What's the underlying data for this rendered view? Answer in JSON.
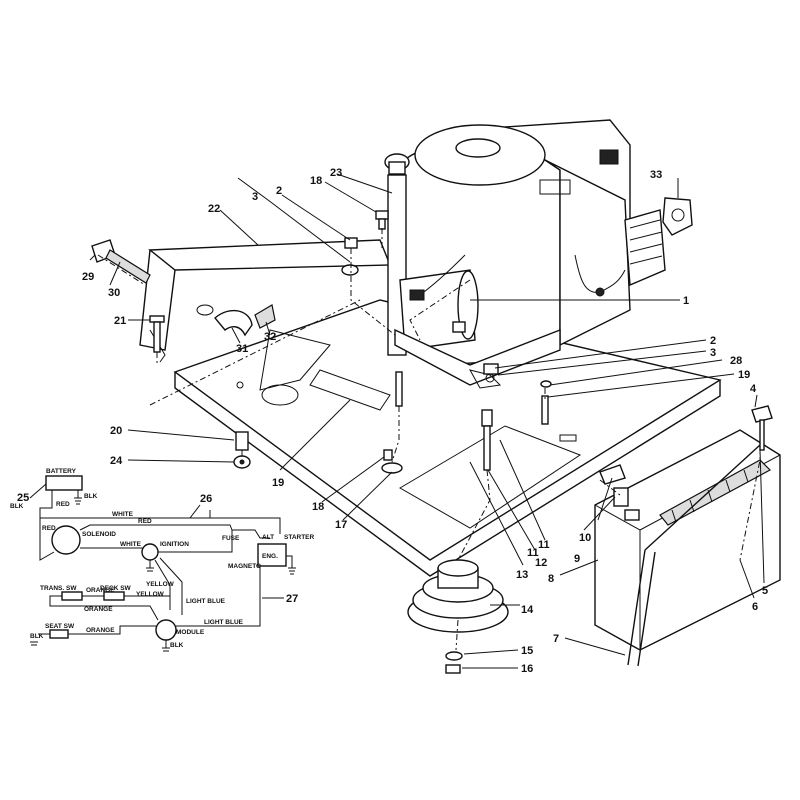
{
  "callouts": {
    "c1": "1",
    "c2a": "2",
    "c2b": "2",
    "c3a": "3",
    "c3b": "3",
    "c4": "4",
    "c5": "5",
    "c6": "6",
    "c7": "7",
    "c8": "8",
    "c9": "9",
    "c10": "10",
    "c11a": "11",
    "c11b": "11",
    "c12": "12",
    "c13": "13",
    "c14": "14",
    "c15": "15",
    "c16": "16",
    "c17": "17",
    "c18a": "18",
    "c18b": "18",
    "c19a": "19",
    "c19b": "19",
    "c20": "20",
    "c21": "21",
    "c22": "22",
    "c23": "23",
    "c24": "24",
    "c25": "25",
    "c26": "26",
    "c27": "27",
    "c28": "28",
    "c29": "29",
    "c30": "30",
    "c31": "31",
    "c32": "32",
    "c33": "33"
  },
  "wiring": {
    "battery": "BATTERY",
    "red1": "RED",
    "blk1": "BLK",
    "white1": "WHITE",
    "red2": "RED",
    "red3": "RED",
    "solenoid": "SOLENOID",
    "white2": "WHITE",
    "ignition": "IGNITION",
    "fuse": "FUSE",
    "alt": "ALT",
    "starter": "STARTER",
    "eng": "ENG.",
    "magneto": "MAGNETO",
    "trans_sw": "TRANS. SW",
    "orange1": "ORANGE",
    "deck_sw": "DECK SW",
    "yellow1": "YELLOW",
    "yellow2": "YELLOW",
    "orange2": "ORANGE",
    "light_blue1": "LIGHT BLUE",
    "seat_sw": "SEAT SW",
    "orange3": "ORANGE",
    "light_blue2": "LIGHT BLUE",
    "blk2": "BLK",
    "module": "MODULE",
    "blk3": "BLK",
    "blk4": "BLK"
  }
}
